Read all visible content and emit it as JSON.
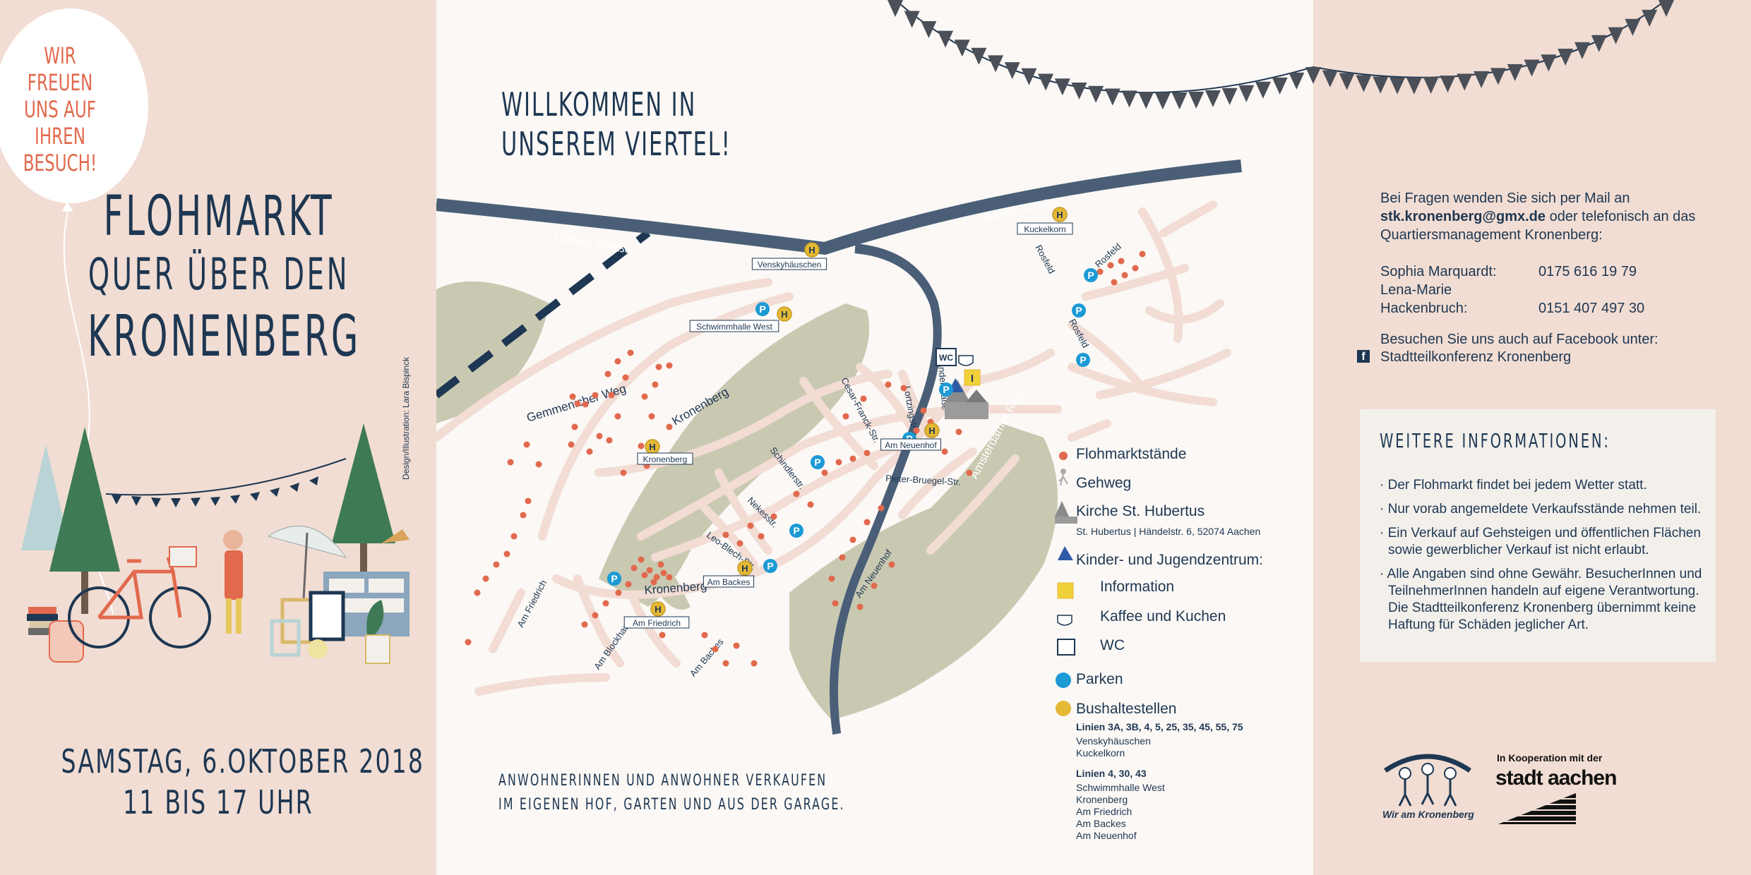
{
  "left": {
    "balloon_lines": [
      "WIR",
      "FREUEN",
      "UNS AUF",
      "IHREN",
      "BESUCH!"
    ],
    "title_lines": [
      "FLOHMARKT",
      "QUER ÜBER DEN",
      "KRONENBERG"
    ],
    "credit": "Design/Illustration: Lara Bispinck",
    "date_line": "SAMSTAG, 6.OKTOBER 2018",
    "time_line": "11 BIS 17 UHR"
  },
  "middle": {
    "welcome_lines": [
      "WILLKOMMEN IN",
      "UNSEREM VIERTEL!"
    ],
    "residents_lines": [
      "ANWOHNERINNEN UND ANWOHNER VERKAUFEN",
      "IM EIGENEN HOF, GARTEN UND AUS DER GARAGE."
    ],
    "map": {
      "roads": {
        "vaalser_1": "Vaalser Straße",
        "vaalser_2": "Vaalser Straße",
        "amsterdamer": "Amsterdamer Ring"
      },
      "streets": {
        "gemmenicher": "Gemmenicher Weg",
        "kronenberg_north": "Kronenberg",
        "kronenberg_south": "Kronenberg",
        "schindler": "Schindlerstr.",
        "nekes": "Nekesstr.",
        "leo_blech": "Leo-Blech-Str.",
        "cesar_franck": "Cesar-Franck-Str.",
        "lortzing": "Lortzingstr.",
        "haendel": "Händelstraße",
        "pieter_bruegel": "Pieter-Bruegel-Str.",
        "am_neuenhof": "Am Neuenhof",
        "am_friedrich": "Am Friedrich",
        "am_blockhaus": "Am Blockhaus",
        "am_backes": "Am Backes",
        "rosfeld_1": "Rosfeld",
        "rosfeld_2": "Rosfeld",
        "rosfeld_3": "Rosfeld"
      },
      "stops": {
        "venskyhaeuschen": "Venskyhäuschen",
        "kuckelkorn": "Kuckelkorn",
        "schwimmhalle_west": "Schwimmhalle West",
        "kronenberg": "Kronenberg",
        "am_neuenhof": "Am Neuenhof",
        "am_backes": "Am Backes",
        "am_friedrich": "Am Friedrich"
      },
      "icon_letters": {
        "parking": "P",
        "bus": "H",
        "info": "I",
        "wc": "WC"
      }
    },
    "legend": {
      "stands": "Flohmarktstände",
      "footpath": "Gehweg",
      "church": "Kirche St. Hubertus",
      "church_address": "St. Hubertus | Händelstr. 6, 52074 Aachen",
      "youth_center": "Kinder- und Jugendzentrum:",
      "information": "Information",
      "coffee": "Kaffee und Kuchen",
      "wc": "WC",
      "parking": "Parken",
      "bus_stops": "Bushaltestellen",
      "bus_line_group_1": "Linien 3A, 3B, 4, 5, 25, 35, 45, 55, 75",
      "bus_stops_group_1": [
        "Venskyhäuschen",
        "Kuckelkorn"
      ],
      "bus_line_group_2": "Linien 4, 30, 43",
      "bus_stops_group_2": [
        "Schwimmhalle West",
        "Kronenberg",
        "Am Friedrich",
        "Am Backes",
        "Am Neuenhof"
      ]
    }
  },
  "right": {
    "contact_intro": "Bei Fragen wenden Sie sich per Mail an",
    "contact_email": "stk.kronenberg@gmx.de",
    "contact_rest_1": " oder telefonisch an das",
    "contact_rest_2": "Quartiersmanagement Kronenberg:",
    "persons": [
      {
        "name": "Sophia Marquardt:",
        "phone": "0175 616 19 79"
      },
      {
        "name": "Lena-Marie Hackenbruch:",
        "phone": "0151 407 497 30"
      }
    ],
    "facebook_intro": "Besuchen Sie uns auch auf Facebook unter:",
    "facebook_name": "Stadtteilkonferenz Kronenberg",
    "facebook_icon_letter": "f",
    "info_title": "WEITERE INFORMATIONEN:",
    "info_items": [
      "· Der Flohmarkt findet bei jedem Wetter statt.",
      "· Nur vorab angemeldete Verkaufsstände nehmen teil.",
      "· Ein Verkauf auf Gehsteigen und öffentlichen Flächen sowie gewerblicher Verkauf ist nicht erlaubt.",
      "· Alle Angaben sind ohne Gewähr. BesucherInnen und TeilnehmerInnen handeln auf eigene Verantwortung. Die Stadtteilkonferenz Kronenberg übernimmt keine Haftung für Schäden jeglicher Art."
    ],
    "logo_caption": "Wir am Kronenberg",
    "coop_label": "In Kooperation mit der",
    "stadt_label": "stadt aachen"
  },
  "colors": {
    "navy": "#1e3752",
    "coral": "#e2694d",
    "pink_bg": "#f1ddd3",
    "cream_bg": "#fbf8f5",
    "road": "#4a5f77",
    "green": "#c9c9b2",
    "street": "#f2dcd4",
    "parking_blue": "#1c9ad6",
    "bus_yellow": "#e5b936"
  }
}
